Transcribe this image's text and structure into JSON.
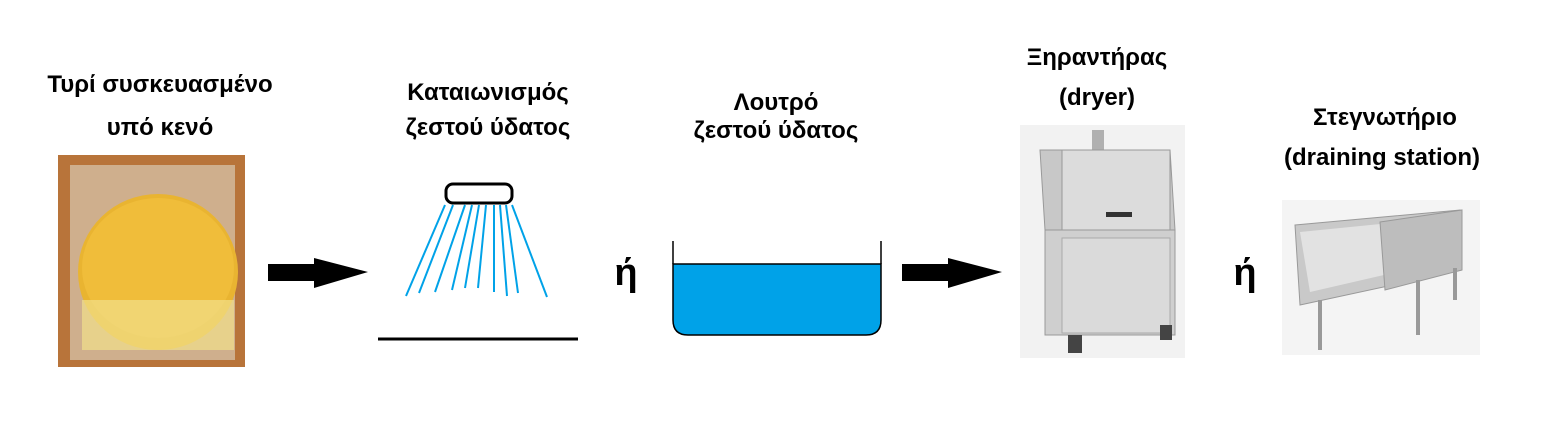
{
  "steps": [
    {
      "line1": "Τυρί συσκευασμένο",
      "line2": "υπό κενό"
    },
    {
      "line1": "Καταιωνισμός",
      "line2": "ζεστού ύδατος"
    },
    {
      "line1": "Λουτρό",
      "line2": "ζεστού ύδατος"
    },
    {
      "line1": "Ξηραντήρας",
      "line2": "(dryer)"
    },
    {
      "line1": "Στεγνωτήριο",
      "line2": "(draining station)"
    }
  ],
  "or_label": "ή",
  "colors": {
    "water": "#00a2e8",
    "spray": "#00a2e8",
    "arrow": "#000000"
  }
}
